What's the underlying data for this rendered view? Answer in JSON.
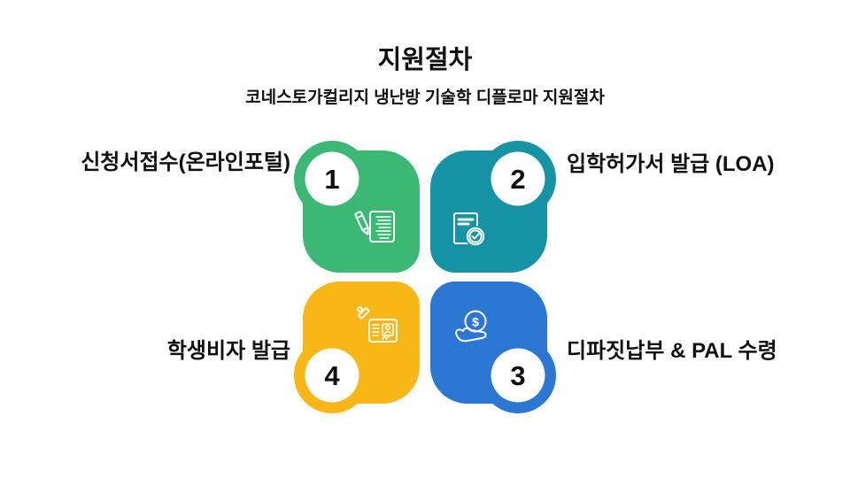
{
  "header": {
    "title": "지원절차",
    "subtitle": "코네스토가컬리지 냉난방 기술학 디플로마 지원절차"
  },
  "steps": [
    {
      "number": "1",
      "label": "신청서접수(온라인포털)",
      "color": "#3bb874",
      "icon": "application-form-icon",
      "position": "top-left"
    },
    {
      "number": "2",
      "label": "입학허가서 발급 (LOA)",
      "color": "#1793a6",
      "icon": "document-check-icon",
      "position": "top-right"
    },
    {
      "number": "3",
      "label": "디파짓납부 & PAL 수령",
      "color": "#2c76d4",
      "icon": "hand-coin-icon",
      "position": "bottom-right"
    },
    {
      "number": "4",
      "label": "학생비자 발급",
      "color": "#f9b717",
      "icon": "id-card-stamp-icon",
      "position": "bottom-left"
    }
  ],
  "icons": {
    "dollar": "$"
  },
  "colors": {
    "background": "#ffffff",
    "text": "#111111"
  }
}
